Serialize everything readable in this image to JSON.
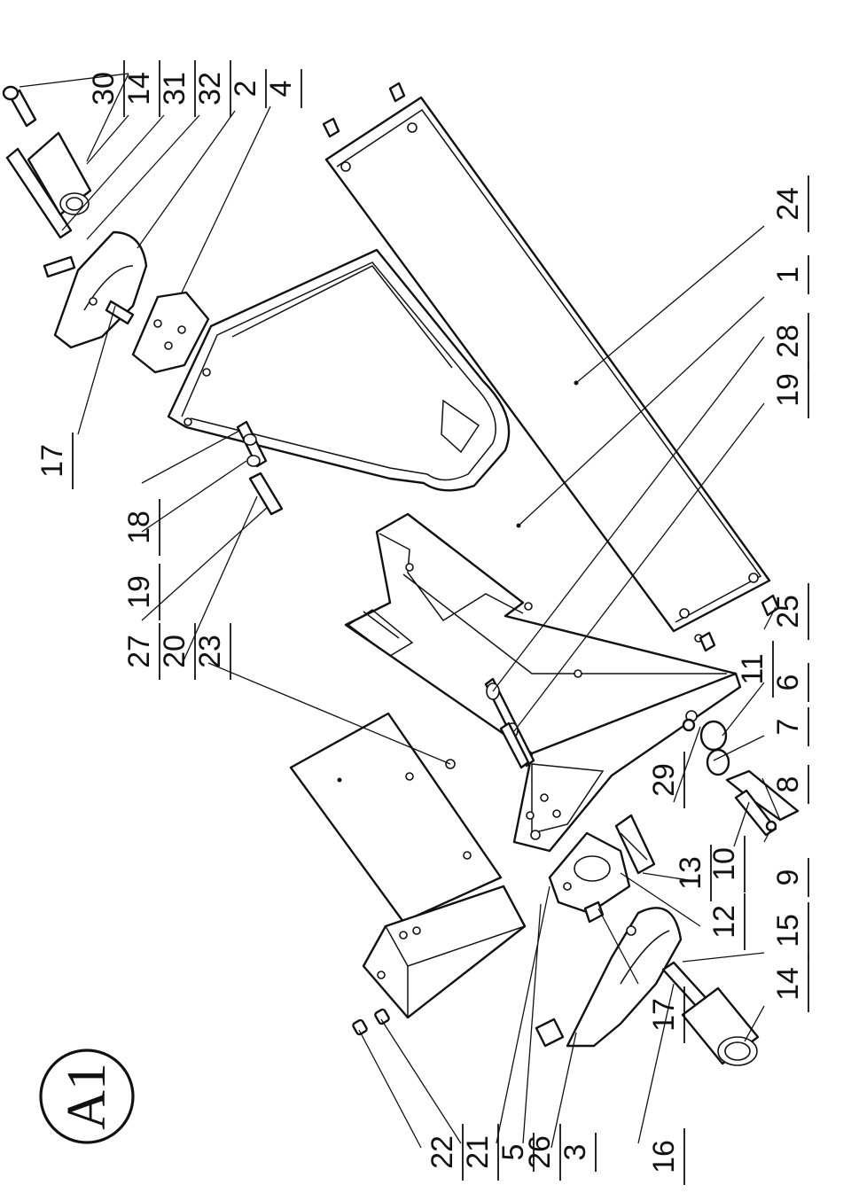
{
  "badge": "A1",
  "callouts": [
    {
      "id": "30",
      "text": "30"
    },
    {
      "id": "14a",
      "text": "14"
    },
    {
      "id": "31",
      "text": "31"
    },
    {
      "id": "32",
      "text": "32"
    },
    {
      "id": "2",
      "text": "2"
    },
    {
      "id": "4",
      "text": "4"
    },
    {
      "id": "17a",
      "text": "17"
    },
    {
      "id": "18",
      "text": "18"
    },
    {
      "id": "19a",
      "text": "19"
    },
    {
      "id": "27",
      "text": "27"
    },
    {
      "id": "20",
      "text": "20"
    },
    {
      "id": "23",
      "text": "23"
    },
    {
      "id": "24",
      "text": "24"
    },
    {
      "id": "1",
      "text": "1"
    },
    {
      "id": "28",
      "text": "28"
    },
    {
      "id": "19b",
      "text": "19"
    },
    {
      "id": "25",
      "text": "25"
    },
    {
      "id": "6",
      "text": "6"
    },
    {
      "id": "11",
      "text": "11"
    },
    {
      "id": "7",
      "text": "7"
    },
    {
      "id": "29",
      "text": "29"
    },
    {
      "id": "8",
      "text": "8"
    },
    {
      "id": "10",
      "text": "10"
    },
    {
      "id": "13",
      "text": "13"
    },
    {
      "id": "9",
      "text": "9"
    },
    {
      "id": "12",
      "text": "12"
    },
    {
      "id": "15",
      "text": "15"
    },
    {
      "id": "14b",
      "text": "14"
    },
    {
      "id": "17b",
      "text": "17"
    },
    {
      "id": "16",
      "text": "16"
    },
    {
      "id": "3",
      "text": "3"
    },
    {
      "id": "26",
      "text": "26"
    },
    {
      "id": "5",
      "text": "5"
    },
    {
      "id": "21",
      "text": "21"
    },
    {
      "id": "22",
      "text": "22"
    }
  ]
}
